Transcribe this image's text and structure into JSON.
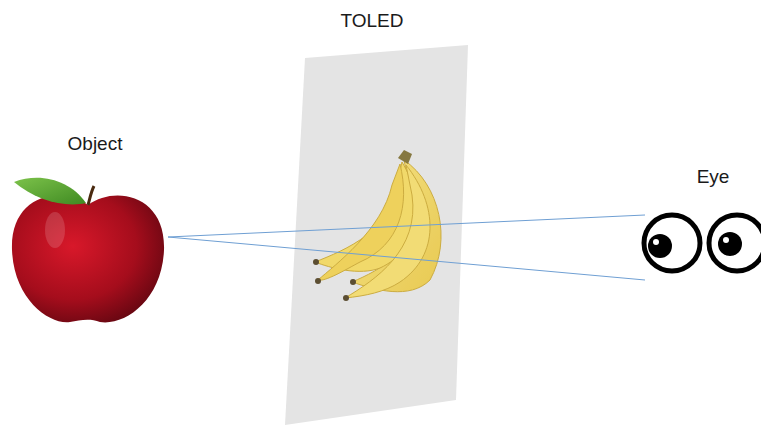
{
  "diagram": {
    "labels": [
      "TOLED",
      "Object",
      "Eye"
    ]
  }
}
